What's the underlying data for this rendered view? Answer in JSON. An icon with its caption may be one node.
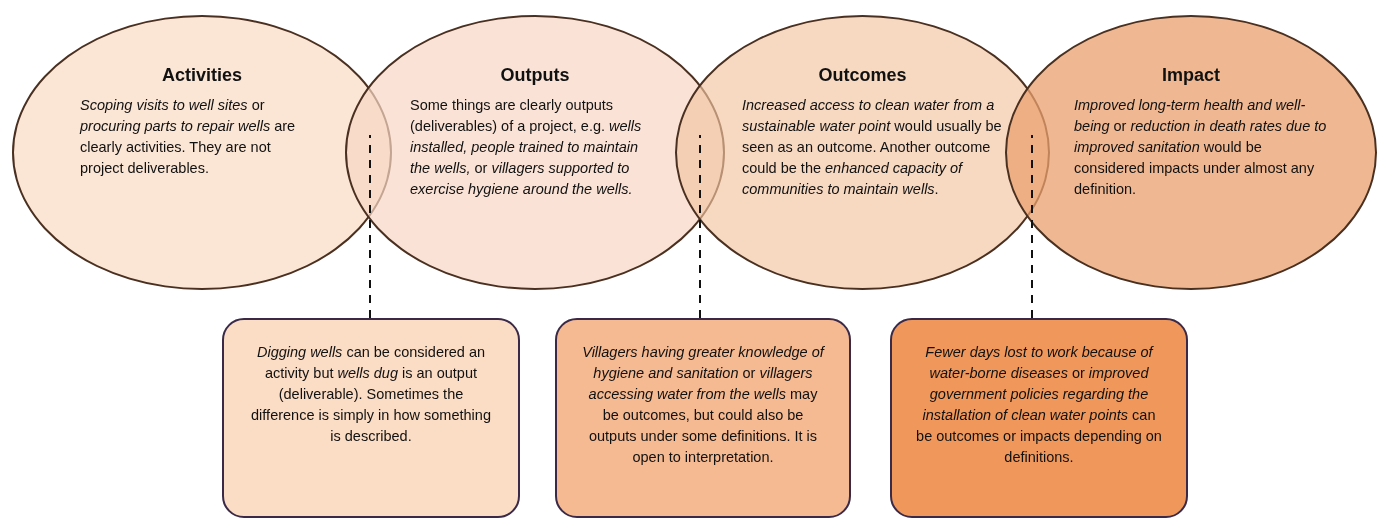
{
  "diagram": {
    "nodes": [
      {
        "text": [
          "Activities",
          "*Scoping visits to well sites* or *procuring parts to repair wells* are clearly activities. They are not project deliverables."
        ]
      },
      {
        "text": [
          "Outputs",
          "Some things are clearly outputs (deliverables) of a project, e.g. *wells installed, people trained to maintain the wells,* or *villagers supported to exercise hygiene around the wells.*"
        ]
      },
      {
        "text": [
          "Outcomes",
          "*Increased access to clean water from a sustainable water point* would usually be seen as an outcome. Another outcome could be the *enhanced capacity of communities to maintain wells*."
        ]
      },
      {
        "text": [
          "Impact",
          "*Improved long-term health and well-being* or *reduction in death rates due to improved sanitation* would be considered impacts under almost any definition."
        ]
      },
      {
        "text": [
          "*Digging wells* can be considered an activity but *wells dug* is an output (deliverable). Sometimes the difference is simply in how something is described."
        ]
      },
      {
        "text": [
          "*Villagers having greater knowledge of hygiene and sanitation* or *villagers accessing water from the wells* may be outcomes, but could also be outputs under some definitions. It is open to interpretation."
        ]
      },
      {
        "text": [
          "*Fewer days lost to work because of water-borne diseases* or *improved government policies regarding the installation of clean water points* can be outcomes or impacts depending on definitions."
        ]
      }
    ],
    "edges": [
      {
        "from": 4,
        "to": 0,
        "arrow": "none",
        "style": "dashed"
      },
      {
        "from": 5,
        "to": 2,
        "arrow": "none",
        "style": "dashed"
      },
      {
        "from": 6,
        "to": 3,
        "arrow": "none",
        "style": "dashed"
      }
    ]
  }
}
